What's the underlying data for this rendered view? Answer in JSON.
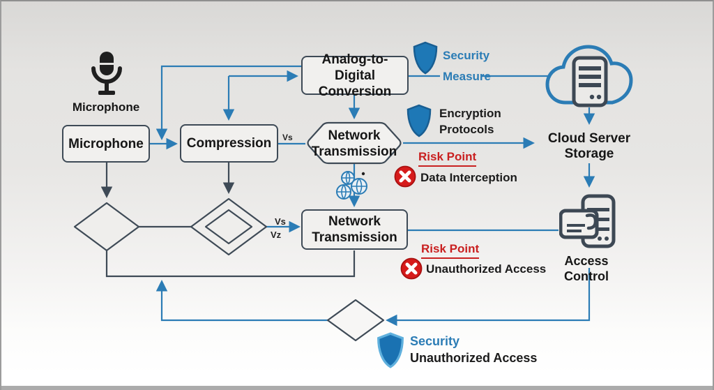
{
  "colors": {
    "line_blue": "#2b7cb5",
    "line_dark": "#3e4a56",
    "risk_red": "#c92020",
    "shield_blue": "#1e78b6",
    "text_dark": "#1b1b1b"
  },
  "nodes": {
    "microphone_caption": "Microphone",
    "microphone_box": "Microphone",
    "compression_box": "Compression",
    "adc_line1": "Analog-to-Digital",
    "adc_line2": "Conversion",
    "network1_line1": "Network",
    "network1_line2": "Transmission",
    "network2_line1": "Network",
    "network2_line2": "Transmission",
    "cloud_line1": "Cloud Server",
    "cloud_line2": "Storage",
    "access_control": "Access Control"
  },
  "annotations": {
    "security_measure_line1": "Security",
    "security_measure_line2": "Measure",
    "encryption_line1": "Encryption",
    "encryption_line2": "Protocols",
    "risk1_title": "Risk Point",
    "risk1_desc": "Data Interception",
    "risk2_title": "Risk Point",
    "risk2_desc": "Unauthorized Access",
    "bottom_security_title": "Security",
    "bottom_security_desc": "Unauthorized Access"
  },
  "edge_labels": {
    "vs_compression": "Vs",
    "vs_decision": "Vs",
    "vz_decision": "Vz"
  }
}
